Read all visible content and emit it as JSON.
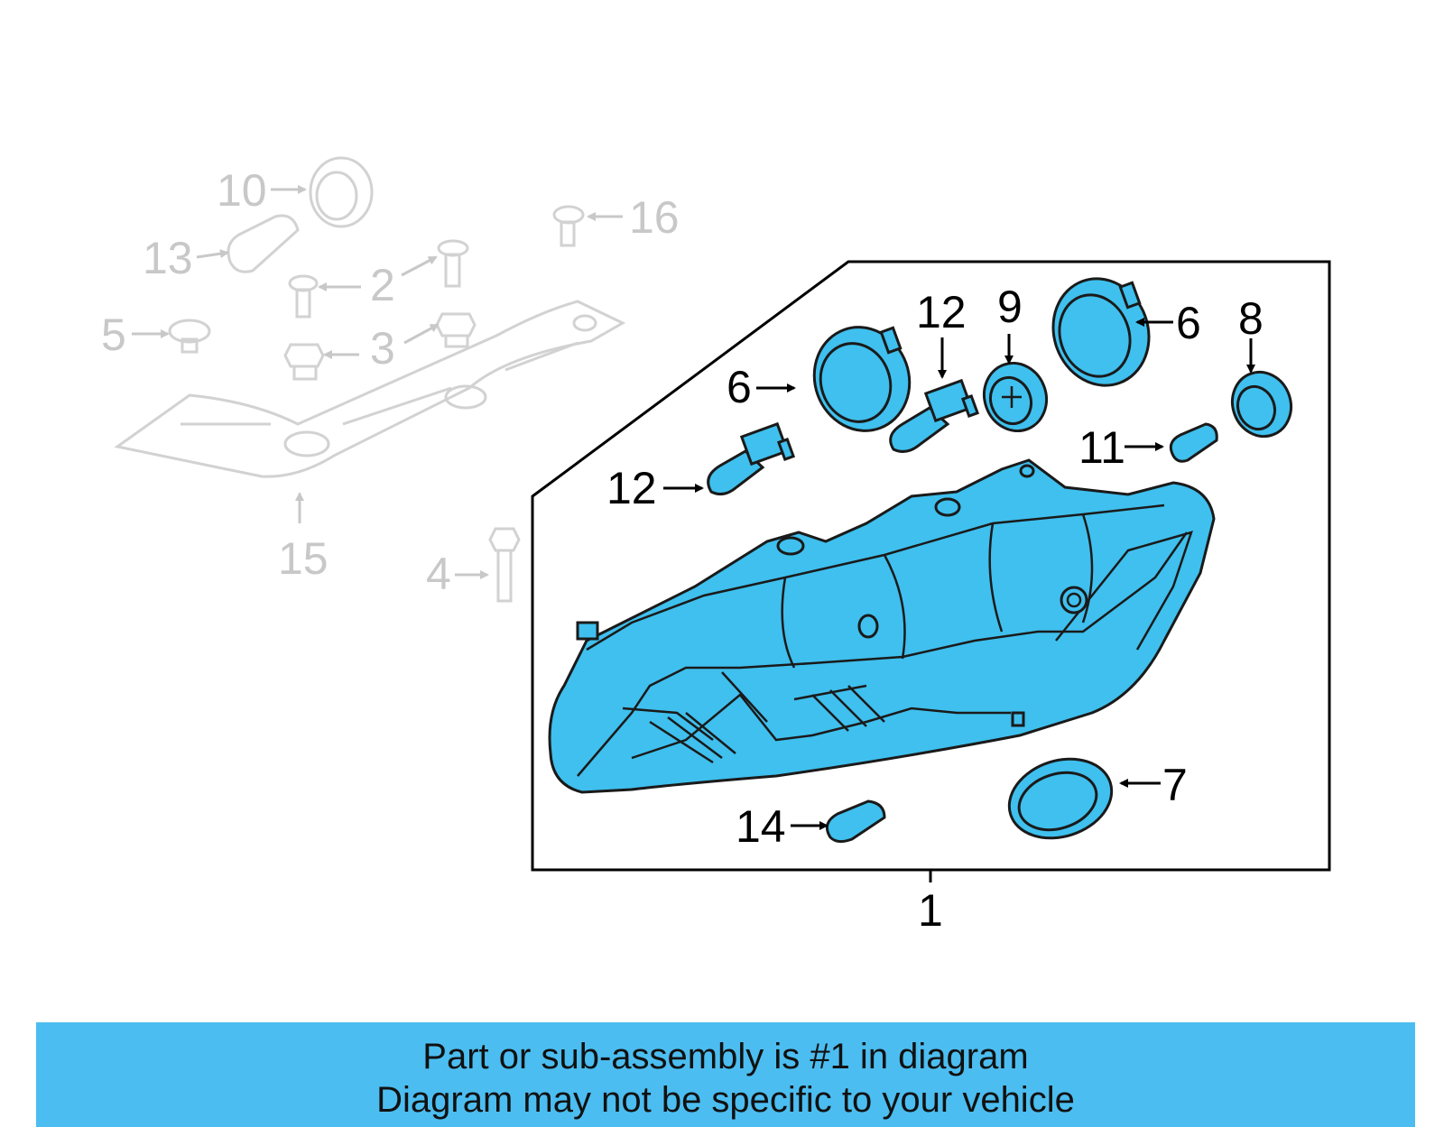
{
  "colors": {
    "highlight": "#3fc0ee",
    "footer_bg": "#4cbdf0",
    "ghost": "#c8c8c8",
    "outline": "#1a1a1a"
  },
  "callouts": {
    "c1": "1",
    "c2": "2",
    "c3": "3",
    "c4": "4",
    "c5": "5",
    "c6a": "6",
    "c6b": "6",
    "c7": "7",
    "c8": "8",
    "c9": "9",
    "c10": "10",
    "c11": "11",
    "c12a": "12",
    "c12b": "12",
    "c13": "13",
    "c14": "14",
    "c15": "15",
    "c16": "16"
  },
  "footer": {
    "line1": "Part or sub-assembly is #1 in diagram",
    "line2": "Diagram may not be specific to your vehicle"
  }
}
